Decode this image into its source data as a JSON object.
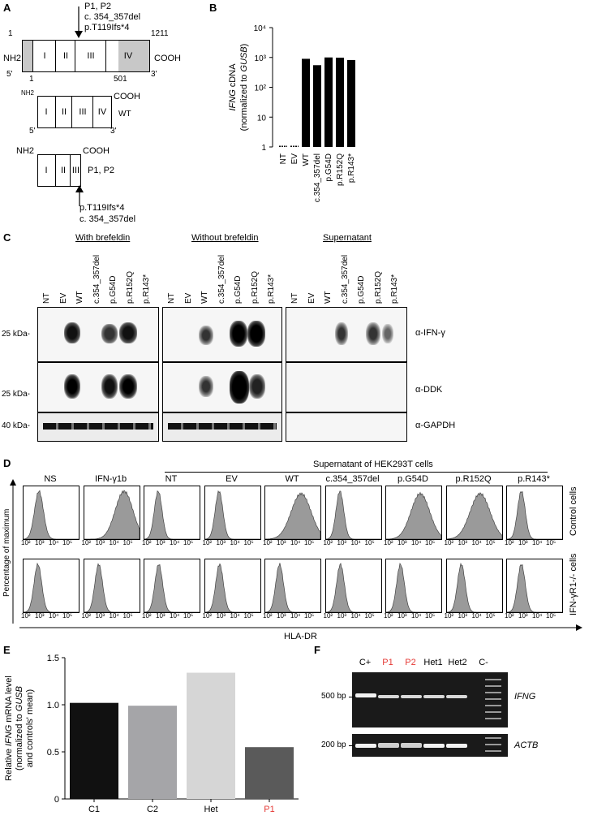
{
  "panels": {
    "A": "A",
    "B": "B",
    "C": "C",
    "D": "D",
    "E": "E",
    "F": "F"
  },
  "panelA": {
    "mutation_top": [
      "P1, P2",
      "c. 354_357del",
      "p.T119Ifs*4"
    ],
    "full": {
      "n_term": "NH2",
      "c_term": "COOH",
      "five": "5'",
      "three": "3'",
      "start": "1",
      "end": "1211",
      "aa_start": "1",
      "aa_mid": "501",
      "domains": [
        "I",
        "II",
        "III",
        "IV"
      ]
    },
    "wt": {
      "n_term": "NH2",
      "c_term": "COOH",
      "five": "5'",
      "three": "3'",
      "label": "WT",
      "domains": [
        "I",
        "II",
        "III",
        "IV"
      ]
    },
    "mut": {
      "n_term": "NH2",
      "c_term": "COOH",
      "label": "P1, P2",
      "domains": [
        "I",
        "II",
        "III"
      ],
      "mutation_bottom": [
        "p.T119Ifs*4",
        "c. 354_357del"
      ]
    }
  },
  "chart_data": [
    {
      "type": "bar",
      "panel": "B",
      "categories": [
        "NT",
        "EV",
        "WT",
        "c.354_357del",
        "p.G54D",
        "p.R152Q",
        "p.R143*"
      ],
      "values": [
        1.05,
        1.05,
        900,
        550,
        1000,
        980,
        820
      ],
      "ylabel_parts": [
        "IFNG",
        " cDNA",
        "(normalized to ",
        "GUSB",
        ")"
      ],
      "yscale": "log",
      "ylim": [
        1,
        10000
      ],
      "yticks": [
        "1",
        "10",
        "10²",
        "10³",
        "10⁴"
      ],
      "color": "#000000"
    },
    {
      "type": "bar",
      "panel": "E",
      "categories": [
        "C1",
        "C2",
        "Het",
        "P1"
      ],
      "values": [
        1.02,
        0.99,
        1.34,
        0.55
      ],
      "colors": [
        "#111111",
        "#a5a5a8",
        "#d6d6d6",
        "#5a5a5a"
      ],
      "label_colors": [
        "#000000",
        "#000000",
        "#000000",
        "#e53935"
      ],
      "ylabel_parts": [
        "Relative ",
        "IFNG",
        " mRNA level",
        "(normalized to ",
        "GUSB",
        "and controls' mean)"
      ],
      "ylim": [
        0,
        1.5
      ],
      "yticks": [
        "0",
        "0.5",
        "1.0",
        "1.5"
      ]
    }
  ],
  "panelC": {
    "groups": [
      "With brefeldin",
      "Without brefeldin",
      "Supernatant"
    ],
    "lanes": [
      "NT",
      "EV",
      "WT",
      "c.354_357del",
      "p.G54D",
      "p.R152Q",
      "p.R143*"
    ],
    "antibodies": [
      "α-IFN-γ",
      "α-DDK",
      "α-GAPDH"
    ],
    "mw": [
      "25 kDa-",
      "25 kDa-",
      "40 kDa-"
    ]
  },
  "panelD": {
    "header": "Supernatant of HEK293T cells",
    "columns": [
      "NS",
      "IFN-γ1b",
      "NT",
      "EV",
      "WT",
      "c.354_357del",
      "p.G54D",
      "p.R152Q",
      "p.R143*"
    ],
    "row_labels": [
      "Control cells",
      "IFN-γR1-/- cells"
    ],
    "ylabel": "Percentage of maximum",
    "xlabel": "HLA-DR",
    "ticks": [
      "10²",
      "10³",
      "10⁴",
      "10⁵"
    ]
  },
  "panelF": {
    "lanes": [
      "C+",
      "P1",
      "P2",
      "Het1",
      "Het2",
      "C-"
    ],
    "lane_colors": [
      "#000000",
      "#e53935",
      "#e53935",
      "#000000",
      "#000000",
      "#000000"
    ],
    "sizes": [
      "500 bp",
      "200 bp"
    ],
    "genes": [
      "IFNG",
      "ACTB"
    ]
  }
}
